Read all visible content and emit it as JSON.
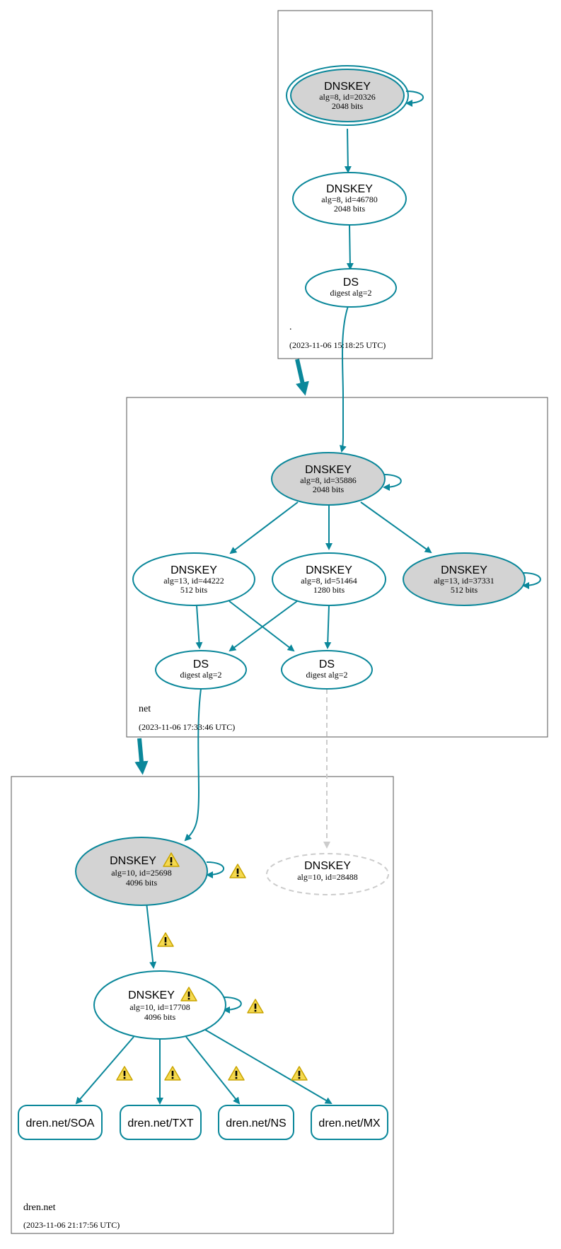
{
  "colors": {
    "edge": "#0a879a",
    "node_fill_ksk": "#d3d3d3",
    "node_stroke": "#0a879a",
    "missing": "#cccccc",
    "warning_fill": "#f5d94f",
    "warning_stroke": "#c9a400"
  },
  "zones": {
    "root": {
      "name": ".",
      "timestamp": "(2023-11-06 15:18:25 UTC)"
    },
    "net": {
      "name": "net",
      "timestamp": "(2023-11-06 17:33:46 UTC)"
    },
    "dren": {
      "name": "dren.net",
      "timestamp": "(2023-11-06 21:17:56 UTC)"
    }
  },
  "nodes": {
    "root_ksk": {
      "title": "DNSKEY",
      "line1": "alg=8, id=20326",
      "line2": "2048 bits"
    },
    "root_zsk": {
      "title": "DNSKEY",
      "line1": "alg=8, id=46780",
      "line2": "2048 bits"
    },
    "root_ds": {
      "title": "DS",
      "line1": "digest alg=2"
    },
    "net_ksk": {
      "title": "DNSKEY",
      "line1": "alg=8, id=35886",
      "line2": "2048 bits"
    },
    "net_k44222": {
      "title": "DNSKEY",
      "line1": "alg=13, id=44222",
      "line2": "512 bits"
    },
    "net_k51464": {
      "title": "DNSKEY",
      "line1": "alg=8, id=51464",
      "line2": "1280 bits"
    },
    "net_k37331": {
      "title": "DNSKEY",
      "line1": "alg=13, id=37331",
      "line2": "512 bits"
    },
    "net_ds1": {
      "title": "DS",
      "line1": "digest alg=2"
    },
    "net_ds2": {
      "title": "DS",
      "line1": "digest alg=2"
    },
    "dren_ksk": {
      "title": "DNSKEY",
      "line1": "alg=10, id=25698",
      "line2": "4096 bits"
    },
    "dren_missing": {
      "title": "DNSKEY",
      "line1": "alg=10, id=28488"
    },
    "dren_zsk": {
      "title": "DNSKEY",
      "line1": "alg=10, id=17708",
      "line2": "4096 bits"
    }
  },
  "rrsets": {
    "soa": "dren.net/SOA",
    "txt": "dren.net/TXT",
    "ns": "dren.net/NS",
    "mx": "dren.net/MX"
  },
  "icons": {
    "warning": "warning-icon"
  }
}
